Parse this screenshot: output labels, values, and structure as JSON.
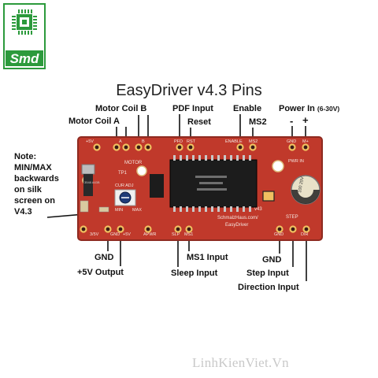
{
  "title": "EasyDriver v4.3 Pins",
  "logo": {
    "text": "Smd",
    "color": "#2c9a3c"
  },
  "colors": {
    "board": "#c0392b",
    "board_dark": "#8e2a20",
    "silk": "#f4e6e0",
    "pad": "#f0c060",
    "line": "#111111"
  },
  "labels": {
    "motor_coil_b": "Motor Coil B",
    "motor_coil_a": "Motor Coil A",
    "pdf_input": "PDF Input",
    "reset": "Reset",
    "enable": "Enable",
    "ms2": "MS2",
    "power_in": "Power In",
    "power_in_range": "(6-30V)",
    "minus": "-",
    "plus": "+",
    "gnd_left": "GND",
    "plus5v_output": "+5V Output",
    "ms1_input": "MS1 Input",
    "sleep_input": "Sleep Input",
    "gnd_right": "GND",
    "step_input": "Step Input",
    "direction_input": "Direction Input"
  },
  "note": [
    "Note:",
    "MIN/MAX",
    "backwards",
    "on silk",
    "screen on",
    "V4.3"
  ],
  "silkscreen": {
    "plus5v": "+5V",
    "a": "A",
    "b": "B",
    "motor": "MOTOR",
    "pfd": "PFD",
    "rst": "RST",
    "enable": "ENABLE",
    "ms2": "MS2",
    "gnd": "GND",
    "m_plus": "M+",
    "pwr_in": "PWR IN",
    "tp1": "TP1",
    "cur_adj": "CUR ADJ",
    "min": "MIN",
    "max": "MAX",
    "v3_5v": "3/5V",
    "gnd2": "GND",
    "plus5v_b": "+5V",
    "apwr": "APWR",
    "slp": "SLP",
    "ms1": "MS1",
    "schmalz": "SchmalzHaus.com/",
    "easydriver": "EasyDriver",
    "v43": "v43",
    "step": "STEP",
    "gnd3": "GND",
    "dir": "DIR",
    "reg": "3548 A63B",
    "cap": "100 25V"
  },
  "watermark": "LinhKienViet.Vn"
}
